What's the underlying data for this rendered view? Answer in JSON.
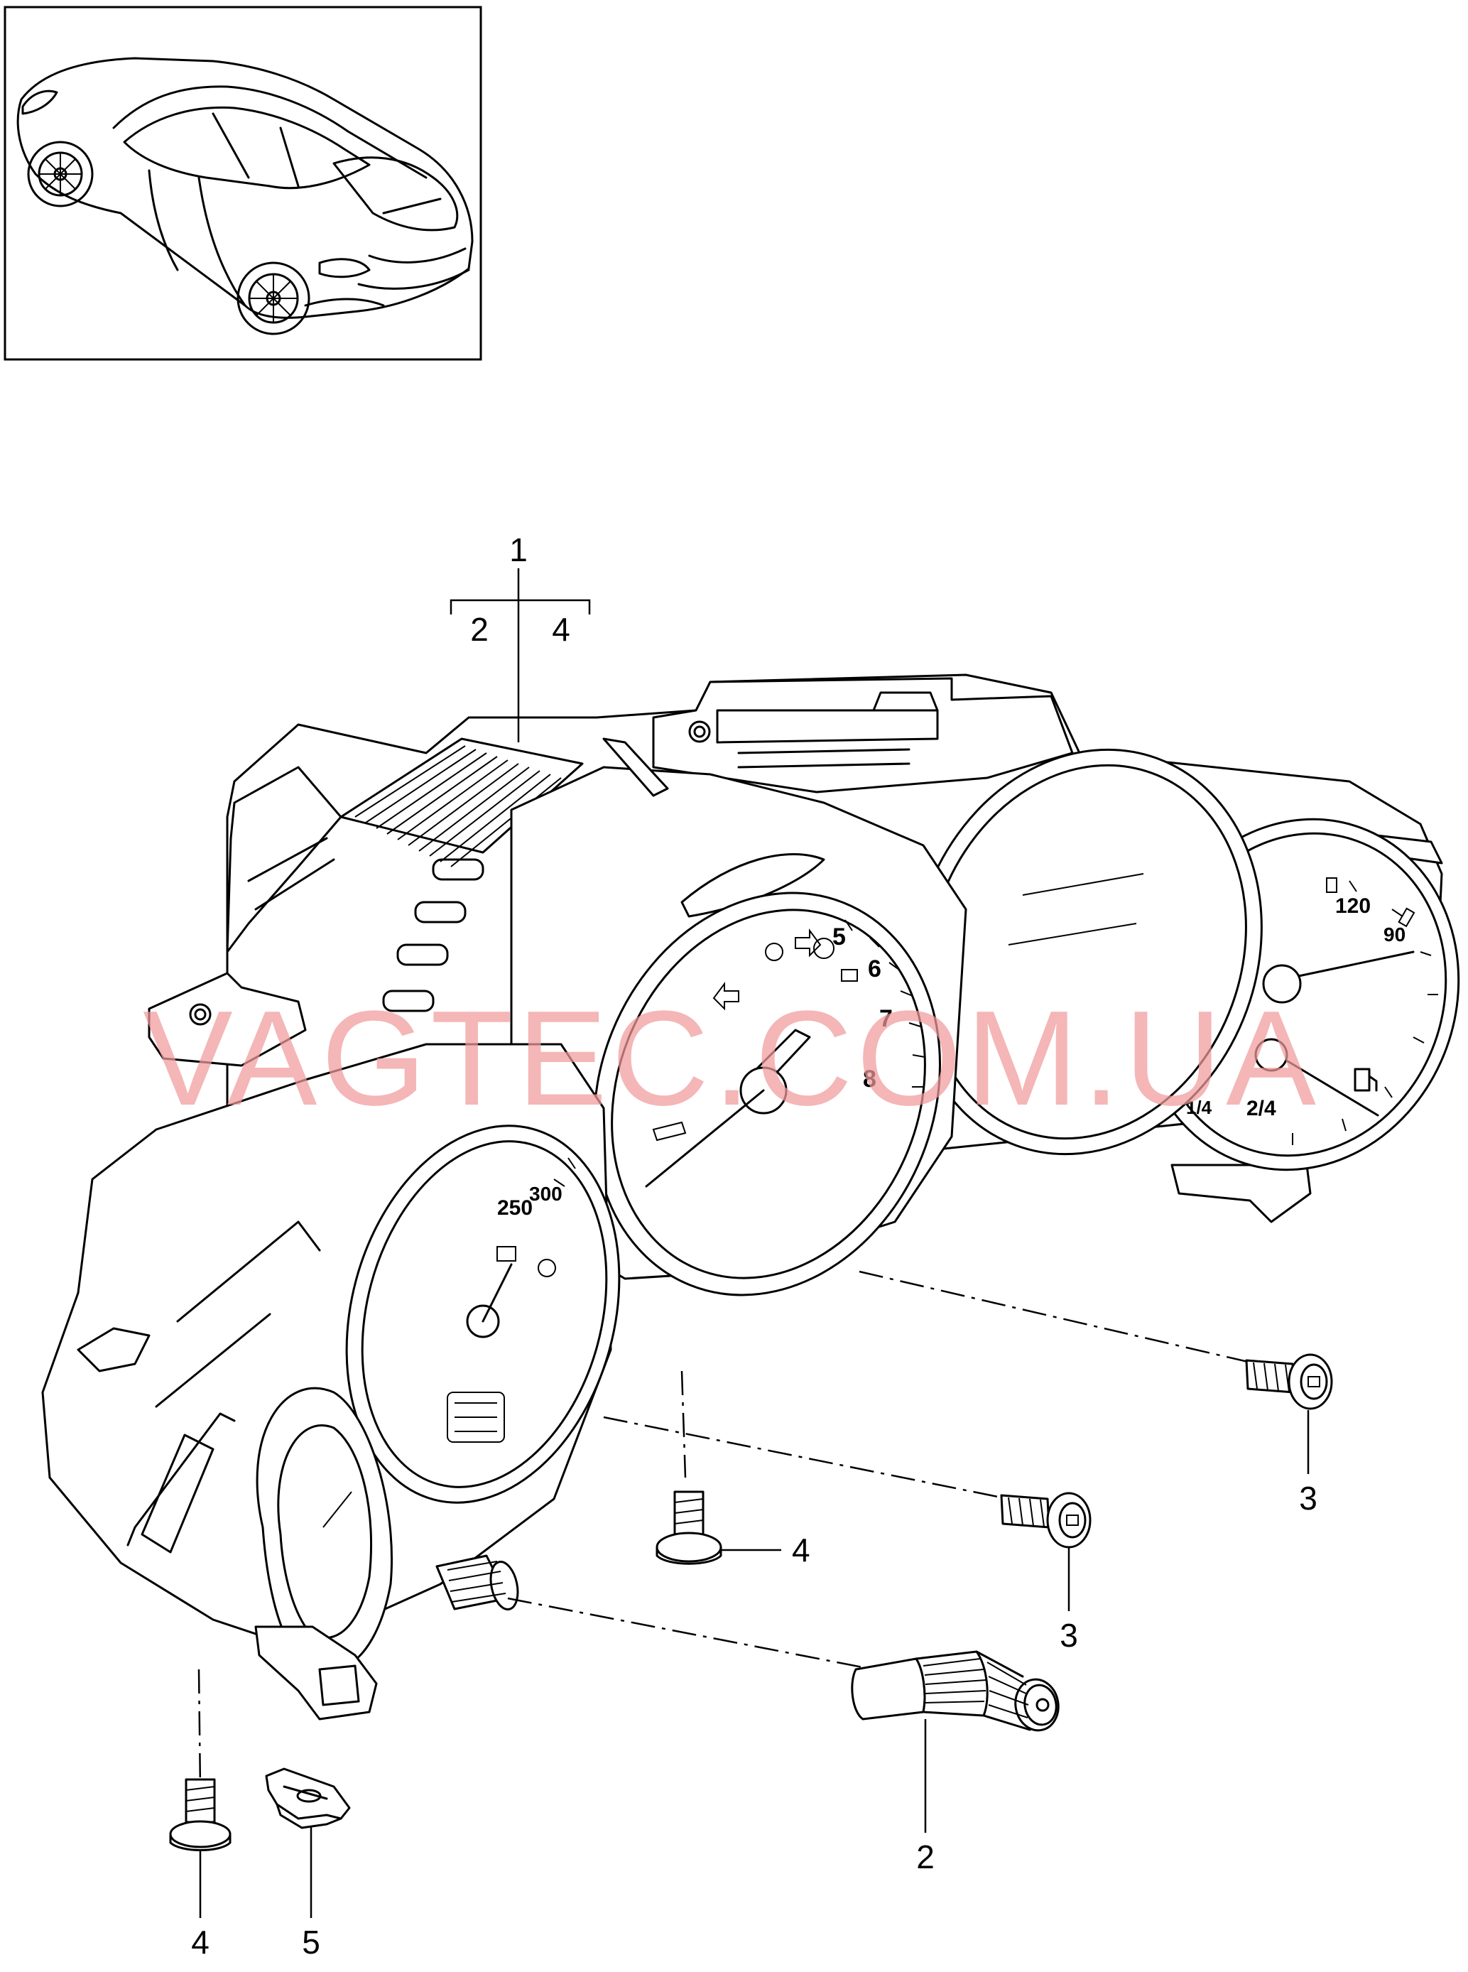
{
  "watermark": "VAGTEC.COM.UA",
  "callouts": {
    "main_part": "1",
    "bracket_left": "2",
    "bracket_right": "4",
    "knob": "2",
    "screw_right": "3",
    "screw_middle": "3",
    "bolt_middle": "4",
    "bolt_lower_left": "4",
    "clip": "5"
  },
  "gauge_labels": {
    "tach_5": "5",
    "tach_6": "6",
    "tach_7": "7",
    "tach_8": "8",
    "speed_250": "250",
    "speed_300": "300",
    "temp_120": "120",
    "temp_90": "90",
    "fuel_2_4": "2/4",
    "fuel_1_4": "1/4"
  }
}
